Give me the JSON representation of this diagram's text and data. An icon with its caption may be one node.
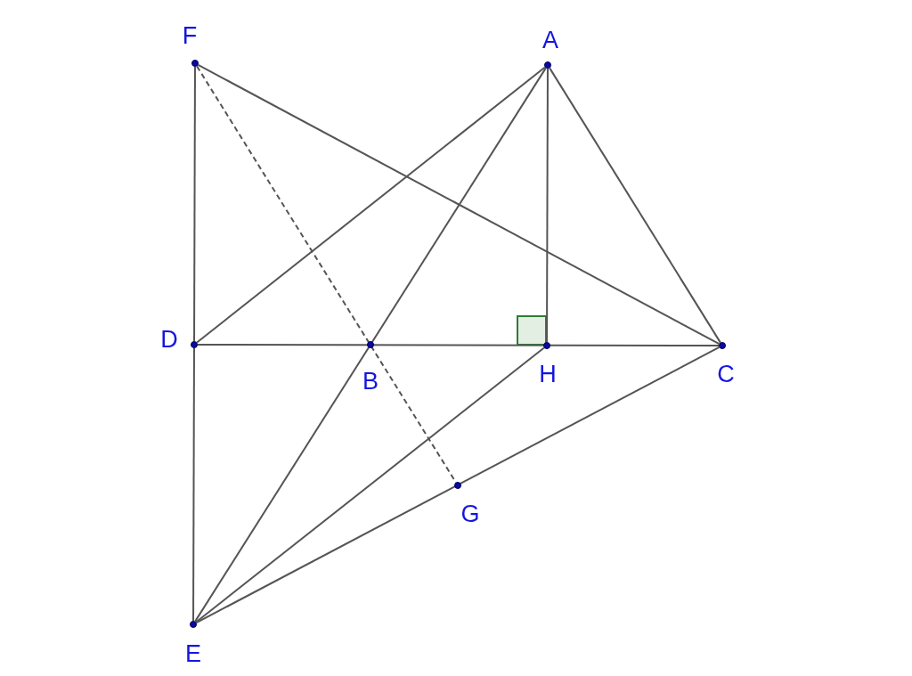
{
  "diagram": {
    "nodes": [
      {
        "text": [],
        "shape": "circle",
        "beside": [
          "F"
        ]
      },
      {
        "text": [],
        "shape": "circle",
        "beside": [
          "A"
        ]
      },
      {
        "text": [],
        "shape": "circle",
        "beside": [
          "D"
        ]
      },
      {
        "text": [],
        "shape": "circle",
        "beside": [
          "B"
        ]
      },
      {
        "text": [],
        "shape": "circle",
        "beside": [
          "H"
        ]
      },
      {
        "text": [],
        "shape": "circle",
        "beside": [
          "C"
        ]
      },
      {
        "text": [],
        "shape": "circle",
        "beside": [
          "G"
        ]
      },
      {
        "text": [],
        "shape": "circle",
        "beside": [
          "E"
        ]
      }
    ],
    "edges": [
      {
        "from": 0,
        "to": 2,
        "arrow": "none"
      },
      {
        "from": 0,
        "to": 5,
        "arrow": "none"
      },
      {
        "from": 0,
        "to": 6,
        "arrow": "none",
        "style": "dashed"
      },
      {
        "from": 1,
        "to": 2,
        "arrow": "none"
      },
      {
        "from": 1,
        "to": 7,
        "arrow": "none"
      },
      {
        "from": 1,
        "to": 4,
        "arrow": "none"
      },
      {
        "from": 1,
        "to": 5,
        "arrow": "none"
      },
      {
        "from": 2,
        "to": 5,
        "arrow": "none"
      },
      {
        "from": 2,
        "to": 7,
        "arrow": "none"
      },
      {
        "from": 4,
        "to": 7,
        "arrow": "none"
      },
      {
        "from": 7,
        "to": 5,
        "arrow": "none"
      }
    ]
  }
}
